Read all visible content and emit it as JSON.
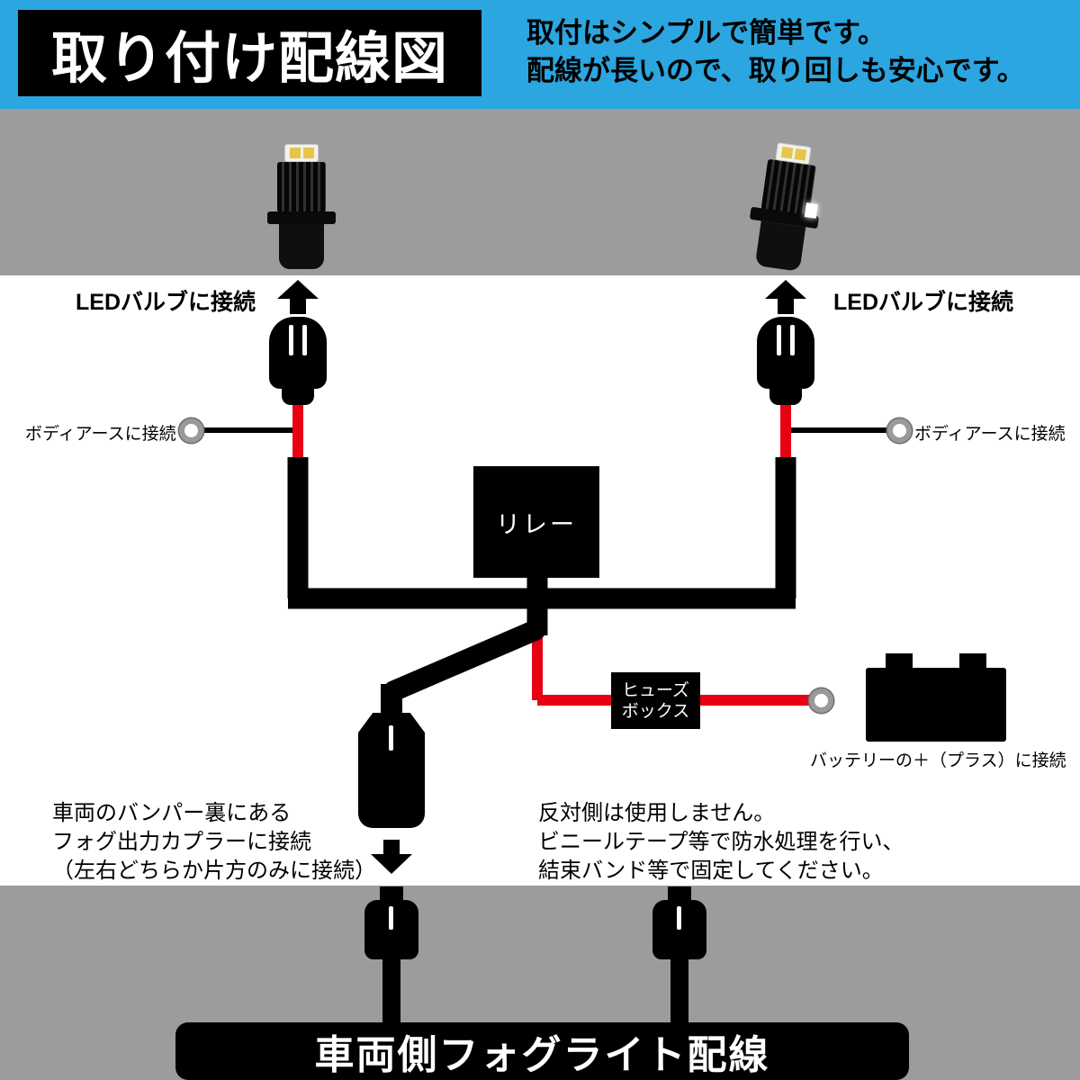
{
  "header": {
    "title": "取り付け配線図",
    "subtitle_line1": "取付はシンプルで簡単です。",
    "subtitle_line2": "配線が長いので、取り回しも安心です。"
  },
  "diagram": {
    "led_connect_left": "LEDバルブに接続",
    "led_connect_right": "LEDバルブに接続",
    "body_ground_left": "ボディアースに接続",
    "body_ground_right": "ボディアースに接続",
    "relay_label": "リレー",
    "fuse_box_line1": "ヒューズ",
    "fuse_box_line2": "ボックス",
    "battery_note": "バッテリーの＋（プラス）に接続",
    "coupler_note_line1": "車両のバンパー裏にある",
    "coupler_note_line2": "フォグ出力カプラーに接続",
    "coupler_note_line3": "（左右どちらか片方のみに接続）",
    "unused_note_line1": "反対側は使用しません。",
    "unused_note_line2": "ビニールテープ等で防水処理を行い、",
    "unused_note_line3": "結束バンド等で固定してください。",
    "bottom_banner": "車両側フォグライト配線"
  },
  "colors": {
    "header_bg": "#2BA6E0",
    "gray_band": "#9C9C9C",
    "wire_red": "#E60012",
    "box_black": "#000000"
  }
}
